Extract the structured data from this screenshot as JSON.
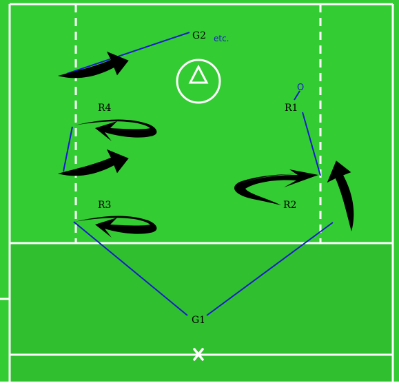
{
  "diagram": {
    "colors": {
      "field_upper": "#33cc33",
      "field_lower": "#2fbf2f",
      "lines": "#ffffff",
      "paths": "#1a1acc",
      "arrows": "#000000"
    },
    "labels": {
      "g1": "G1",
      "g2": "G2",
      "etc": "etc.",
      "r1": "R1",
      "r2": "R2",
      "r3": "R3",
      "r4": "R4",
      "o": "O"
    },
    "icons": {
      "cone": "triangle-in-circle-icon",
      "end_mark": "x-mark-icon",
      "run_arrow": "curved-arrow-icon"
    }
  }
}
